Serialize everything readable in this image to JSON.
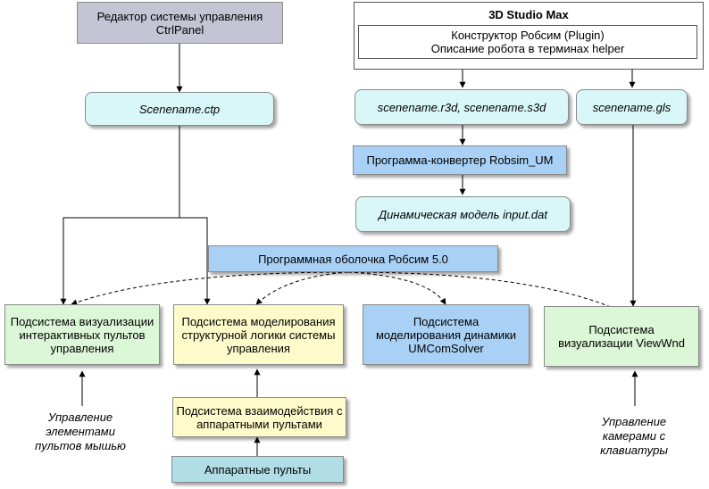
{
  "editor": {
    "line1": "Редактор системы управления",
    "line2": "CtrlPanel"
  },
  "max": {
    "title": "3D Studio Max",
    "line1": "Конструктор Робсим (Plugin)",
    "line2": "Описание робота в терминах helper"
  },
  "files": {
    "ctp": "Scenename.ctp",
    "r3d": "scenename.r3d, scenename.s3d",
    "gls": "scenename.gls",
    "input": "Динамическая модель input.dat"
  },
  "converter": "Программа-конвертер Robsim_UM",
  "shell": "Программная оболочка Робсим 5.0",
  "subsystems": {
    "vis_panels": "Подсистема визуализации интерактивных пультов управления",
    "logic": "Подсистема моделирования структурной логики системы управления",
    "dynamics": "Подсистема моделирования динамики UMComSolver",
    "viewwnd": "Подсистема визуализации ViewWnd"
  },
  "hw_interaction": "Подсистема взаимодействия с аппаратными пультами",
  "hw_panels": "Аппаратные пульты",
  "notes": {
    "mouse": [
      "Управление",
      "элементами",
      "пультов мышью"
    ],
    "keyboard": [
      "Управление",
      "камерами с",
      "клавиатуры"
    ]
  }
}
